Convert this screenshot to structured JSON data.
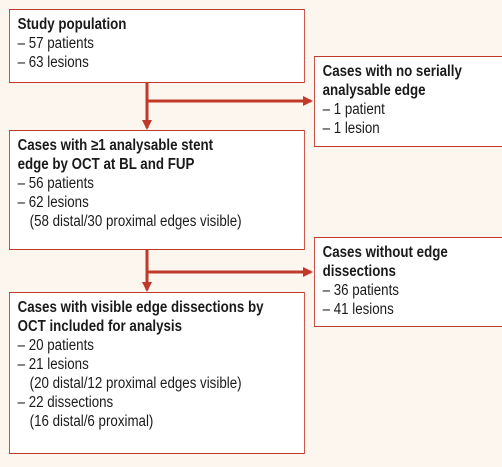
{
  "boxes": {
    "study": {
      "title": "Study population",
      "lines": [
        "– 57 patients",
        "– 63 lesions"
      ]
    },
    "no_edge": {
      "title_1": "Cases with no serially",
      "title_2": "analysable edge",
      "lines": [
        "– 1 patient",
        "– 1 lesion"
      ]
    },
    "oct": {
      "title_1": "Cases with ≥1 analysable stent",
      "title_2": "edge by OCT at BL and FUP",
      "lines": [
        "– 56 patients",
        "– 62 lesions"
      ],
      "detail": "(58 distal/30 proximal edges visible)"
    },
    "no_dissection": {
      "title_1": "Cases without edge",
      "title_2": "dissections",
      "lines": [
        "– 36 patients",
        "– 41 lesions"
      ]
    },
    "visible": {
      "title_1": "Cases with visible edge dissections by",
      "title_2": "OCT included for analysis",
      "line_1": "– 20 patients",
      "line_2": "– 21 lesions",
      "detail_1": "(20 distal/12 proximal edges visible)",
      "line_3": "– 22 dissections",
      "detail_2": "(16 distal/6 proximal)"
    }
  },
  "colors": {
    "border": "#c0392b",
    "arrow": "#c0392b",
    "background": "#fdf6ee"
  }
}
